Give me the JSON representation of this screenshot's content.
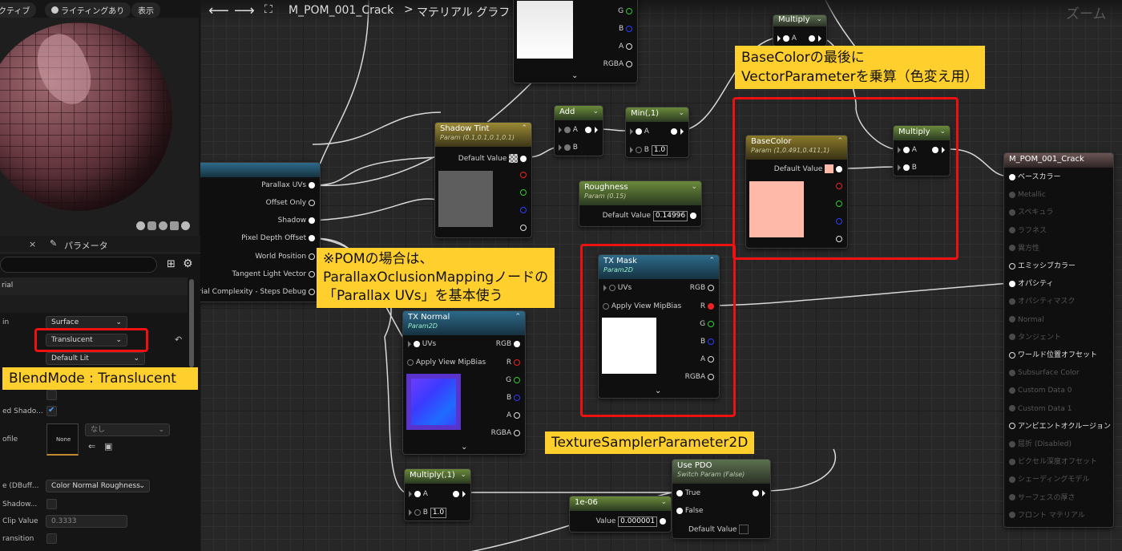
{
  "left_panel": {
    "toolbar": [
      "クティブ",
      "ライティングあり",
      "表示"
    ],
    "details_tab_close": "×",
    "params_tab": "パラメータ",
    "section_header": "rial",
    "rows": [
      {
        "label": "in",
        "value": "Surface"
      },
      {
        "label": "",
        "value": "Translucent"
      },
      {
        "label": "",
        "value": "Default Lit"
      },
      {
        "label": "ed Shado...",
        "value": ""
      },
      {
        "label": "ofile",
        "value": "None",
        "extra": "なし"
      },
      {
        "label": "e (DBuff...",
        "value": "Color Normal Roughness"
      },
      {
        "label": "Shadow...",
        "value": ""
      },
      {
        "label": "Clip Value",
        "value": "0.3333"
      },
      {
        "label": "ransition",
        "value": ""
      }
    ]
  },
  "breadcrumb": {
    "asset": "M_POM_001_Crack",
    "separator": ">",
    "graph": "マテリアル グラフ",
    "zoom": "ズーム"
  },
  "nodes": {
    "pom": {
      "pins": [
        "Parallax UVs",
        "Offset Only",
        "Shadow",
        "Pixel Depth Offset",
        "World Position",
        "Tangent Light Vector",
        "erial Complexity - Steps Debug"
      ]
    },
    "tex_top": {
      "pins": [
        "G",
        "B",
        "A",
        "RGBA"
      ]
    },
    "multiply_top": {
      "title": "Multiply",
      "pin": "A"
    },
    "add": {
      "title": "Add",
      "a": "A",
      "b": "B"
    },
    "min": {
      "title": "Min(,1)",
      "a": "A",
      "b": "B",
      "bval": "1.0"
    },
    "shadow_tint": {
      "title": "Shadow Tint",
      "sub": "Param (0.1,0.1,0.1,0.1)",
      "default_label": "Default Value"
    },
    "roughness": {
      "title": "Roughness",
      "sub": "Param (0.15)",
      "default_label": "Default Value",
      "value": "0.14996"
    },
    "basecolor": {
      "title": "BaseColor",
      "sub": "Param (1,0.491,0.411,1)",
      "default_label": "Default Value"
    },
    "multiply_bc": {
      "title": "Multiply",
      "a": "A",
      "b": "B"
    },
    "tx_mask": {
      "title": "TX Mask",
      "sub": "Param2D",
      "uvs": "UVs",
      "mip": "Apply View MipBias",
      "outs": [
        "RGB",
        "R",
        "G",
        "B",
        "A",
        "RGBA"
      ]
    },
    "tx_normal": {
      "title": "TX Normal",
      "sub": "Param2D",
      "uvs": "UVs",
      "mip": "Apply View MipBias",
      "outs": [
        "RGB",
        "R",
        "G",
        "B",
        "A",
        "RGBA"
      ]
    },
    "multiply_bottom": {
      "title": "Multiply(,1)",
      "a": "A",
      "b": "B",
      "bval": "1.0"
    },
    "use_pdo": {
      "title": "Use PDO",
      "sub": "Switch Param (False)",
      "t": "True",
      "f": "False",
      "d": "Default Value"
    },
    "const": {
      "title": "1e-06",
      "label": "Value",
      "value": "0.000001"
    },
    "result": {
      "title": "M_POM_001_Crack",
      "pins": [
        "ベースカラー",
        "Metallic",
        "スペキュラ",
        "ラフネス",
        "異方性",
        "エミッシブカラー",
        "オパシティ",
        "オパシティマスク",
        "Normal",
        "タンジェント",
        "ワールド位置オフセット",
        "Subsurface Color",
        "Custom Data 0",
        "Custom Data 1",
        "アンビエントオクルージョン",
        "屈折 (Disabled)",
        "ピクセル深度オフセット",
        "シェーディングモデル",
        "サーフェスの厚さ",
        "フロント マテリアル"
      ],
      "active": [
        0,
        5,
        6,
        10,
        14
      ]
    }
  },
  "annotations": {
    "basecolor_note": [
      "BaseColorの最後に",
      "VectorParameterを乗算（色変え用）"
    ],
    "pom_note": [
      "※POMの場合は、",
      "ParallaxOclusionMappingノードの",
      "「Parallax UVs」を基本使う"
    ],
    "blendmode_note": "BlendMode : Translucent",
    "texsampler_note": "TextureSamplerParameter2D"
  },
  "colors": {
    "annotation_bg": "#ffcf2e",
    "highlight": "#e11111",
    "basecolor_swatch": "#ffb9a8"
  }
}
